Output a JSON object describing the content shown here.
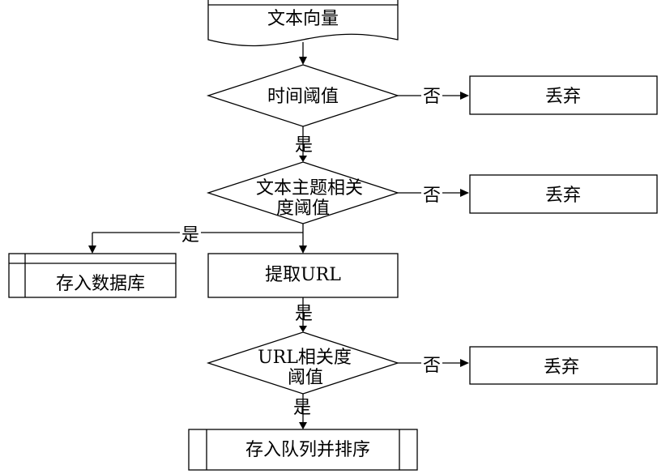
{
  "nodes": {
    "text_vector": "文本向量",
    "time_threshold": "时间阈值",
    "topic_threshold": {
      "line1": "文本主题相关",
      "line2": "度阈值"
    },
    "extract_url": "提取URL",
    "url_threshold": {
      "line1": "URL相关度",
      "line2": "阈值"
    },
    "store_db": "存入数据库",
    "enqueue_sort": "存入队列并排序",
    "discard_1": "丢弃",
    "discard_2": "丢弃",
    "discard_3": "丢弃"
  },
  "edges": {
    "yes_1": "是",
    "yes_2": "是",
    "yes_3": "是",
    "yes_4": "是",
    "no_1": "否",
    "no_2": "否",
    "no_3": "否"
  }
}
